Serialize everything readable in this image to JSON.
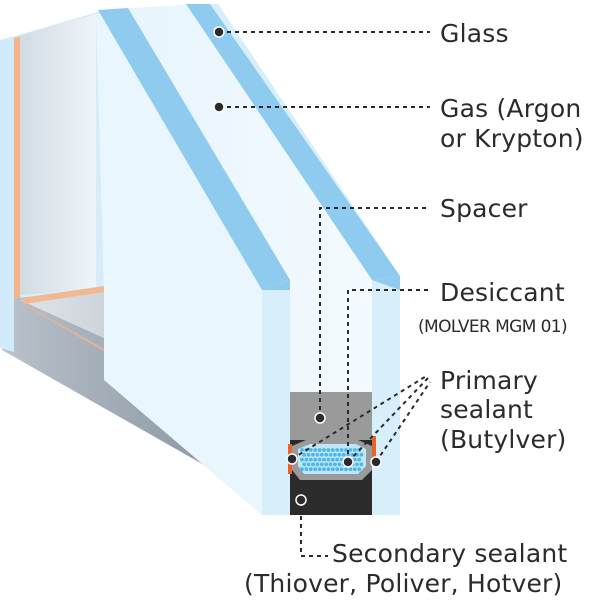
{
  "labels": {
    "glass": "Glass",
    "gas_line1": "Gas (Argon",
    "gas_line2": "or Krypton)",
    "spacer": "Spacer",
    "desiccant": "Desiccant",
    "desiccant_product": "(MOLVER MGM 01)",
    "primary_line1": "Primary",
    "primary_line2": "sealant",
    "primary_line3": "(Butylver)",
    "secondary_line1": "Secondary sealant",
    "secondary_line2": "(Thiover, Poliver, Hotver)"
  },
  "colors": {
    "glass_edge": "#8ecbef",
    "glass_face": "#d7eefb",
    "gas_fill": "#eaf6fd",
    "spacer": "#9a9a9a",
    "secondary_sealant": "#2b2b2b",
    "primary_sealant": "#e8632a",
    "desiccant_beads": "#4fb8e6",
    "text": "#2b2b2b"
  }
}
